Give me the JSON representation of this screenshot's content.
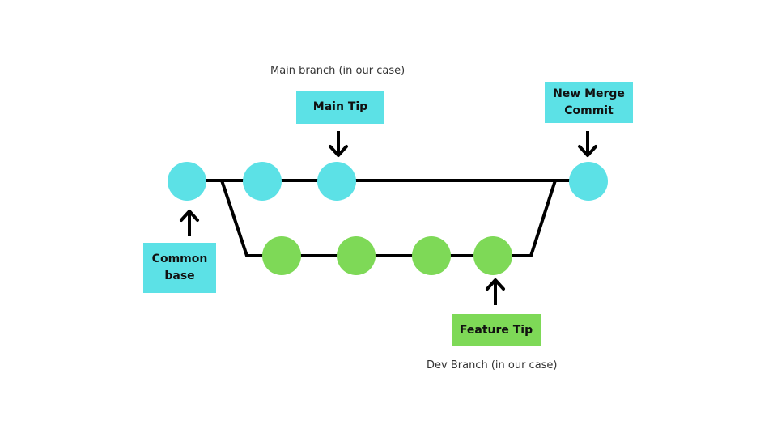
{
  "captions": {
    "main_branch": "Main branch (in our case)",
    "dev_branch": "Dev Branch (in our case)"
  },
  "labels": {
    "main_tip": "Main Tip",
    "new_merge_commit_line1": "New Merge",
    "new_merge_commit_line2": "Commit",
    "common_base_line1": "Common",
    "common_base_line2": "base",
    "feature_tip": "Feature Tip"
  },
  "colors": {
    "main_commit": "#5ce1e6",
    "feature_commit": "#7ed957",
    "line": "#000000",
    "label_main": "#5ce1e6",
    "label_feature": "#7ed957"
  },
  "branches": {
    "main_commit_count": 4,
    "feature_commit_count": 4
  }
}
